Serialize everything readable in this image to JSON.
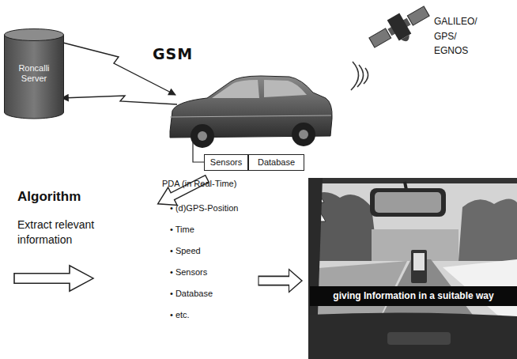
{
  "diagram": {
    "nodes": [
      {
        "text": [
          "Roncalli Server"
        ]
      },
      {
        "text": [
          "Sensors"
        ]
      },
      {
        "text": [
          "Database"
        ]
      },
      {
        "text": [
          "giving Information in a suitable way"
        ]
      }
    ],
    "labels": [
      "GSM",
      "GALILEO/ GPS/ EGNOS",
      "Algorithm",
      "Extract relevant information",
      "PDA (in Real-Time)",
      "• (d)GPS-Position",
      "• Time",
      "• Speed",
      "• Sensors",
      "• Database",
      "• etc."
    ]
  }
}
